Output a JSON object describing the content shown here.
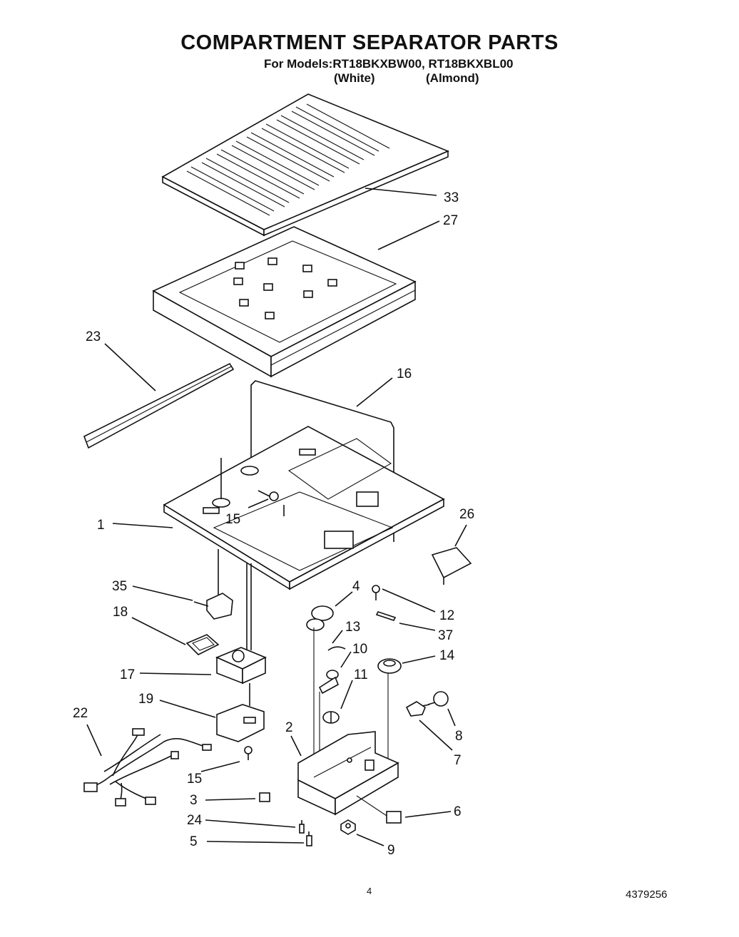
{
  "header": {
    "title": "COMPARTMENT SEPARATOR PARTS",
    "models_line": "For Models:RT18BKXBW00, RT18BKXBL00",
    "variant_white": "(White)",
    "variant_almond": "(Almond)"
  },
  "footer": {
    "page_number": "4",
    "document_number": "4379256"
  },
  "callouts": {
    "c33": "33",
    "c27": "27",
    "c23": "23",
    "c16": "16",
    "c1": "1",
    "c15a": "15",
    "c26": "26",
    "c35": "35",
    "c4": "4",
    "c12": "12",
    "c18": "18",
    "c13": "13",
    "c37": "37",
    "c10": "10",
    "c14": "14",
    "c17": "17",
    "c11": "11",
    "c19": "19",
    "c22": "22",
    "c2": "2",
    "c8": "8",
    "c7": "7",
    "c15b": "15",
    "c3": "3",
    "c6": "6",
    "c24": "24",
    "c5": "5",
    "c9": "9"
  }
}
